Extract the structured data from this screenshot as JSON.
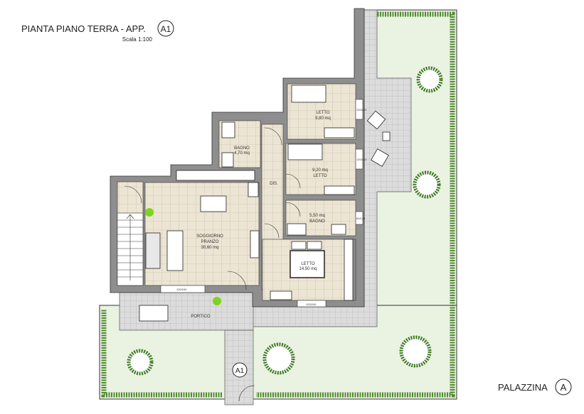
{
  "header": {
    "title": "PIANTA PIANO TERRA - APP.",
    "unit_badge": "A1",
    "scale": "Scala 1:100"
  },
  "footer": {
    "building": "PALAZZINA",
    "building_badge": "A"
  },
  "entrance_badge": "A1",
  "rooms": [
    {
      "name": "LETTO",
      "area": "9,80 mq"
    },
    {
      "name": "BAGNO",
      "area": "4,70 mq"
    },
    {
      "name": "LETTO",
      "area": "9,20 mq"
    },
    {
      "name": "DIS."
    },
    {
      "name": "BAGNO",
      "area": "5,50 mq"
    },
    {
      "name": "SOGGIORNO",
      "name2": "PRANZO",
      "area": "30,60 mq"
    },
    {
      "name": "LETTO",
      "area": "14,50 mq"
    },
    {
      "name": "PORTICO"
    }
  ],
  "windows": [
    "120/240",
    "120/240",
    "80/140",
    "120/240",
    "120/240"
  ],
  "colors": {
    "wall": "#8e8e8e",
    "floor": "#ede5d3",
    "paving": "#d9d9d9",
    "lawn": "#e9f1e0",
    "hedge": "#4f8a2e",
    "marker": "#7ed321"
  }
}
